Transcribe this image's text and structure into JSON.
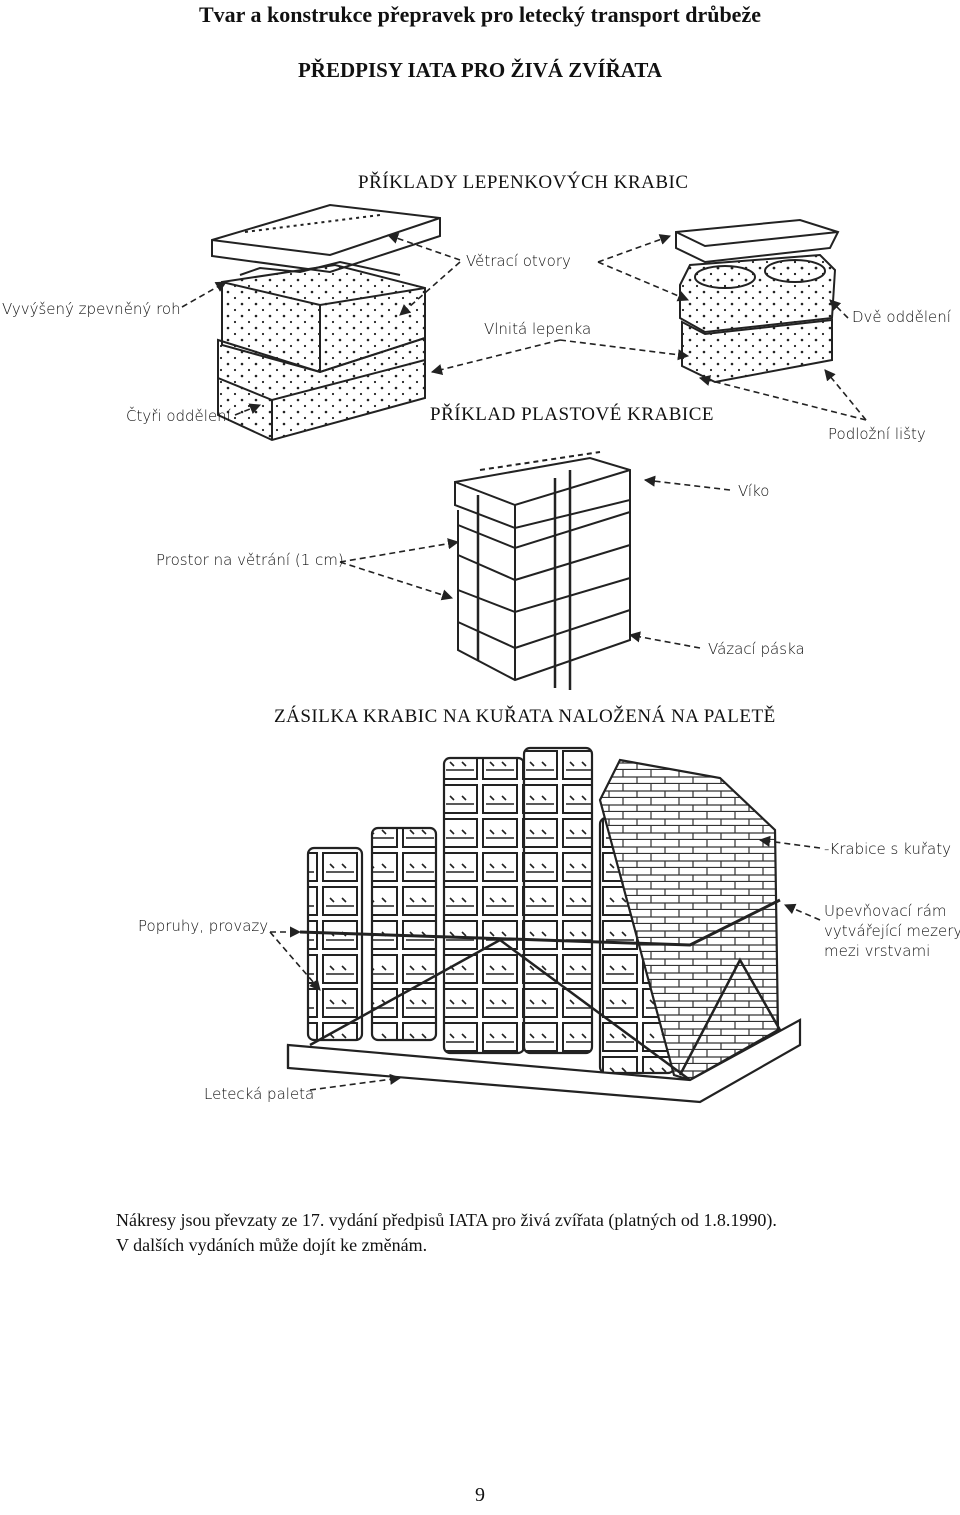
{
  "header": {
    "title": "Tvar a konstrukce přepravek pro letecký transport drůbeže",
    "subtitle": "PŘEDPISY IATA PRO ŽIVÁ ZVÍŘATA"
  },
  "sections": {
    "cardboard_heading": "PŘÍKLADY LEPENKOVÝCH KRABIC",
    "plastic_heading": "PŘÍKLAD PLASTOVÉ KRABICE",
    "pallet_heading": "ZÁSILKA KRABIC NA KUŘATA NALOŽENÁ NA PALETĚ"
  },
  "labels": {
    "raised_corner": "Vyvýšený zpevněný roh",
    "vents": "Větrací otvory",
    "two_compartments": "Dvě oddělení",
    "corrugated": "Vlnitá lepenka",
    "four_compartments": "Čtyři oddělení",
    "base_strips": "Podložní lišty",
    "lid": "Víko",
    "vent_space": "Prostor na větrání (1 cm)",
    "binding_strap": "Vázací páska",
    "chicken_boxes": "-Krabice s kuřaty",
    "straps_ropes": "Popruhy, provazy",
    "frame_line1": "Upevňovací rám",
    "frame_line2": "vytvářející mezery",
    "frame_line3": "mezi vrstvami",
    "air_pallet": "Letecká paleta"
  },
  "footer": {
    "note_line1": "Nákresy jsou převzaty ze 17. vydání předpisů IATA pro živá zvířata (platných od 1.8.1990).",
    "note_line2": "V dalších vydáních může dojít ke změnám.",
    "page_number": "9"
  }
}
